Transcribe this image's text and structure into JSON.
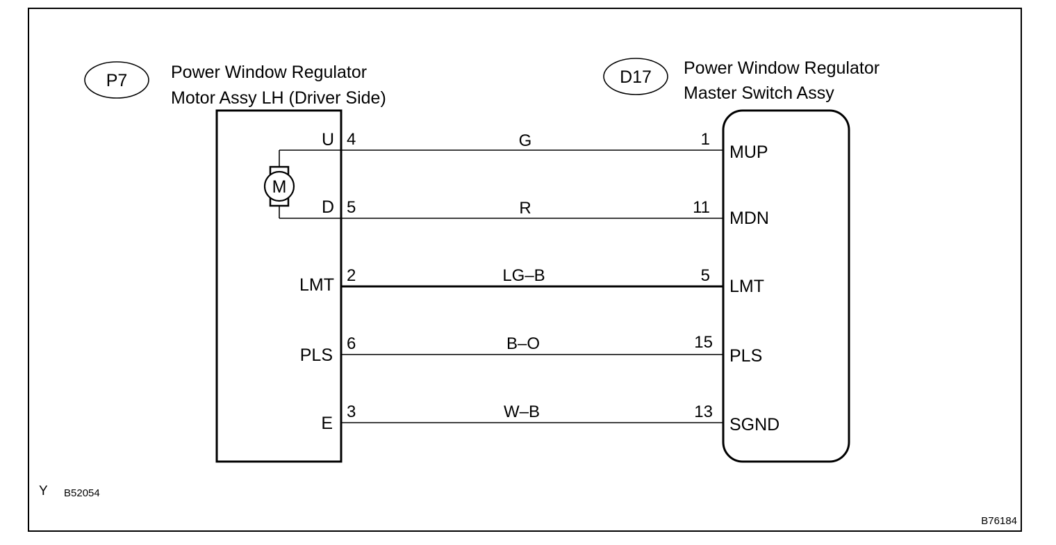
{
  "connectors": {
    "left": {
      "code": "P7",
      "name_line1": "Power Window Regulator",
      "name_line2": "Motor Assy LH (Driver Side)",
      "motor_symbol": "M"
    },
    "right": {
      "code": "D17",
      "name_line1": "Power Window Regulator",
      "name_line2": "Master Switch Assy"
    }
  },
  "wires": [
    {
      "left_terminal": "U",
      "left_pin": "4",
      "color_code": "G",
      "right_pin": "1",
      "right_terminal": "MUP"
    },
    {
      "left_terminal": "D",
      "left_pin": "5",
      "color_code": "R",
      "right_pin": "11",
      "right_terminal": "MDN"
    },
    {
      "left_terminal": "LMT",
      "left_pin": "2",
      "color_code": "LG–B",
      "right_pin": "5",
      "right_terminal": "LMT"
    },
    {
      "left_terminal": "PLS",
      "left_pin": "6",
      "color_code": "B–O",
      "right_pin": "15",
      "right_terminal": "PLS"
    },
    {
      "left_terminal": "E",
      "left_pin": "3",
      "color_code": "W–B",
      "right_pin": "13",
      "right_terminal": "SGND"
    }
  ],
  "footer": {
    "letter": "Y",
    "code_left": "B52054",
    "code_right": "B76184"
  }
}
